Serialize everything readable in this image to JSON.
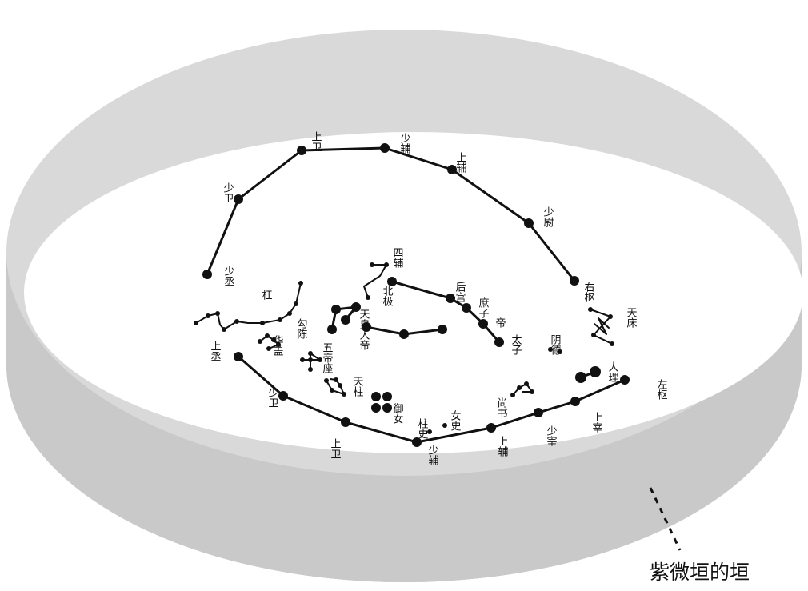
{
  "caption": "紫微垣的垣",
  "colors": {
    "wall_top": "#d9d9d9",
    "wall_side": "#c4c4c4",
    "floor": "#ffffff",
    "ink": "#111111"
  },
  "labels": {
    "shang_wei_top": "上卫",
    "shao_fu_top": "少辅",
    "shang_fu_top": "上辅",
    "shao_wei_left": "少卫",
    "shao_wei_right": "少尉",
    "shao_cheng": "少丞",
    "you_shu": "右枢",
    "si_fu": "四辅",
    "tian_chuang": "天床",
    "gang": "杠",
    "bei_ji": "北极",
    "hou_gong": "后宫",
    "shu_zi": "庶子",
    "di": "帝",
    "tai_zi": "太子",
    "gou_chen": "勾陈",
    "tian_huang_da_di": "天皇大帝",
    "yin_de": "阴德",
    "shang_cheng": "上丞",
    "hua_gai": "华盖",
    "wu_di_zuo": "五帝座",
    "da_li": "大理",
    "zuo_shu": "左枢",
    "tian_zhu": "天柱",
    "shang_shu": "尚书",
    "shao_wei_bottom": "少卫",
    "yu_nv": "御女",
    "nv_shi": "女史",
    "zhu_shi": "柱史",
    "shang_zai": "上宰",
    "shao_zai": "少宰",
    "shang_fu_bottom": "上辅",
    "shang_wei_bottom": "上卫",
    "shao_fu_bottom": "少辅"
  }
}
